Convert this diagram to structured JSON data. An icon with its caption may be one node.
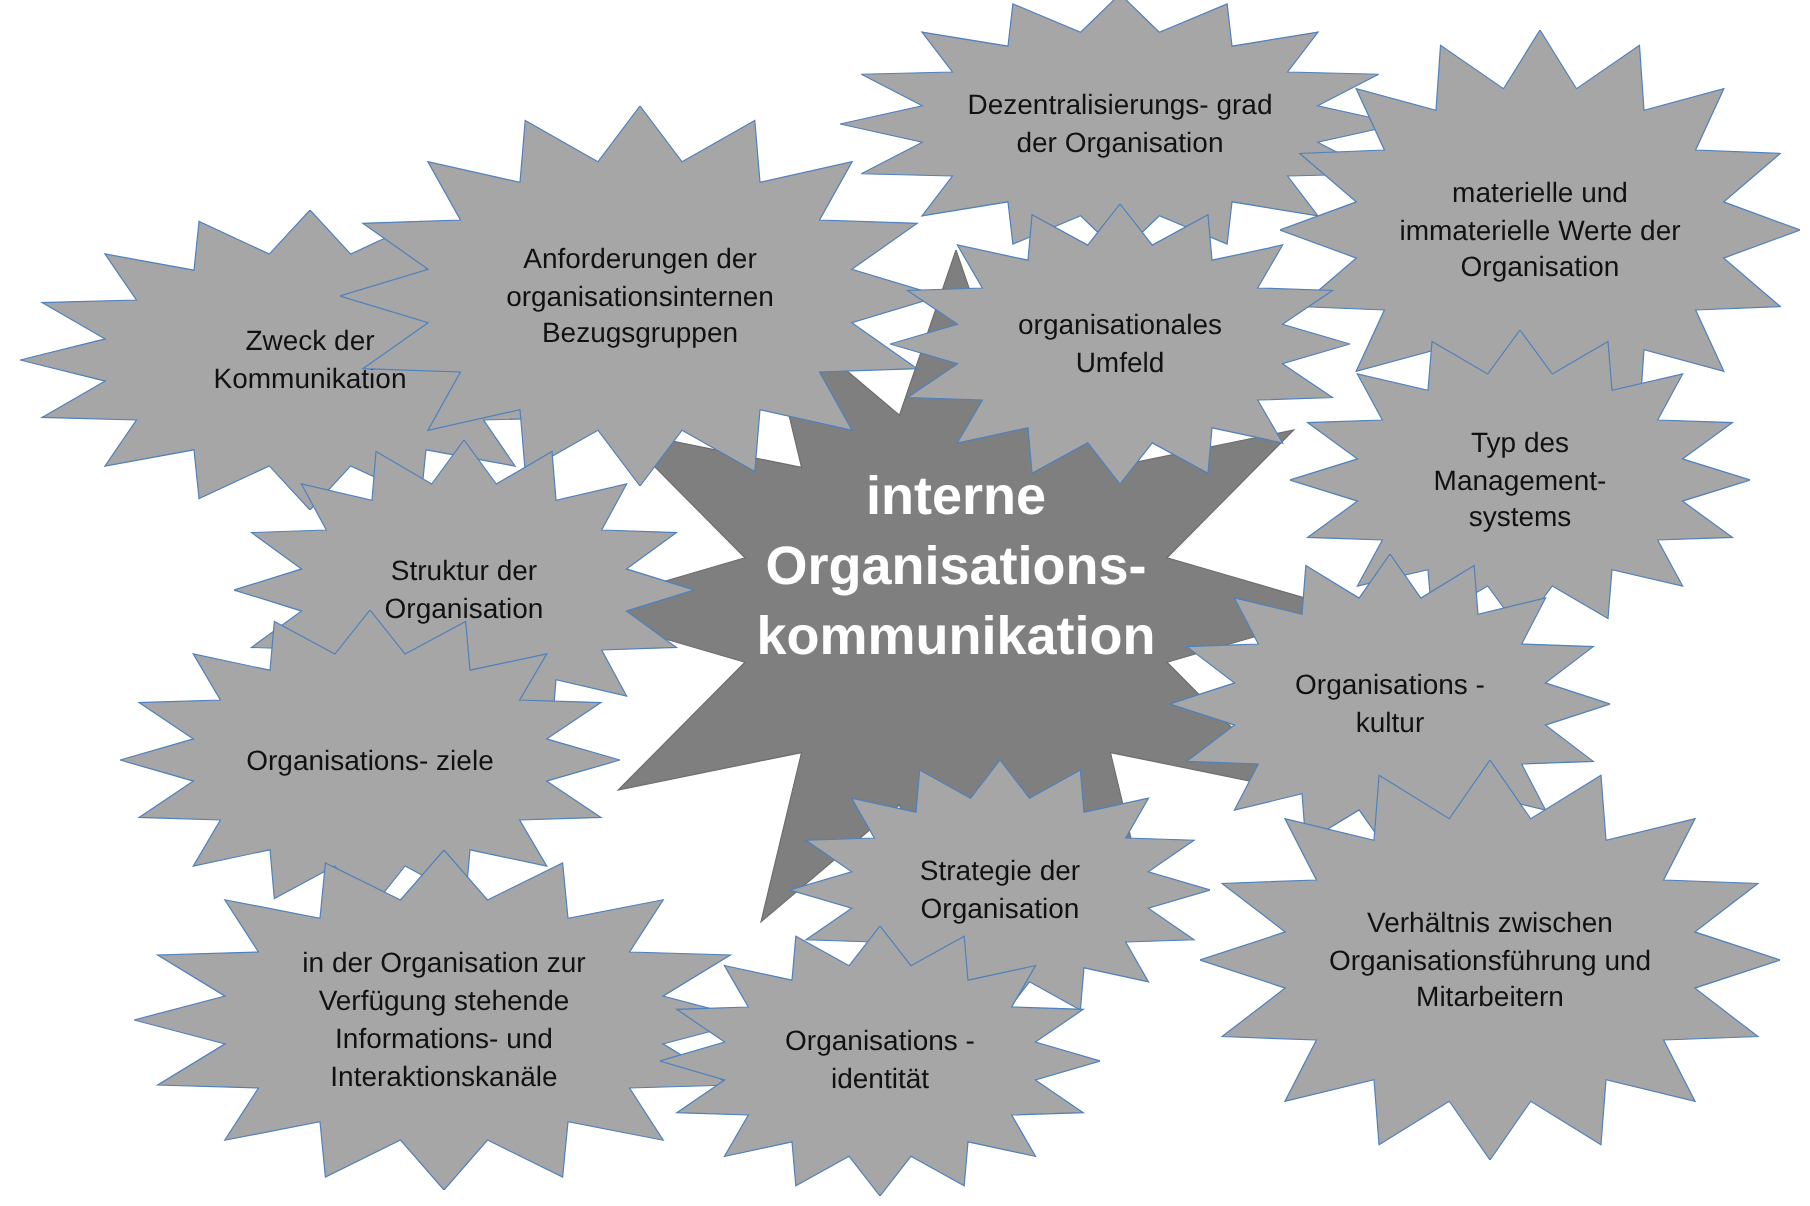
{
  "diagram": {
    "nodes": [
      {
        "text": [
          "Zweck der Kommunikation"
        ]
      },
      {
        "text": [
          "Anforderungen der organisationsinternen Bezugsgruppen"
        ]
      },
      {
        "text": [
          "Dezentralisierungs- grad der Organisation"
        ]
      },
      {
        "text": [
          "materielle und immaterielle Werte der Organisation"
        ]
      },
      {
        "text": [
          "organisationales Umfeld"
        ]
      },
      {
        "text": [
          "Typ des Management- systems"
        ]
      },
      {
        "text": [
          "Struktur der Organisation"
        ]
      },
      {
        "text": [
          "interne Organisations- kommunikation"
        ]
      },
      {
        "text": [
          "Organisations- ziele"
        ]
      },
      {
        "text": [
          "Organisations -kultur"
        ]
      },
      {
        "text": [
          "Strategie der Organisation"
        ]
      },
      {
        "text": [
          "Verhältnis zwischen Organisationsführung und Mitarbeitern"
        ]
      },
      {
        "text": [
          "in der Organisation zur Verfügung stehende Informations- und Interaktionskanäle"
        ]
      },
      {
        "text": [
          "Organisations - identität"
        ]
      }
    ]
  }
}
